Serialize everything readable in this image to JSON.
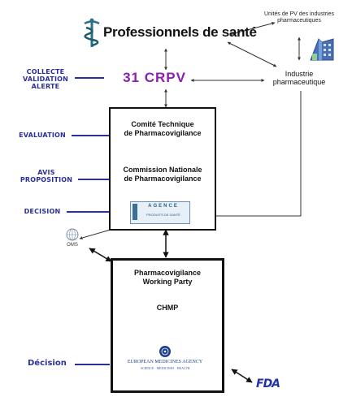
{
  "nodes": {
    "professionnels": "Professionnels de santé",
    "crpv": "31 CRPV",
    "unites_line1": "Unités de PV des industries",
    "unites_line2": "pharmaceutiques",
    "industrie_line1": "Industrie",
    "industrie_line2": "pharmaceutique",
    "comite_line1": "Comité Technique",
    "comite_line2": "de Pharmacovigilance",
    "commission_line1": "Commission Nationale",
    "commission_line2": "de Pharmacovigilance",
    "agence_line1": "AGENCE",
    "agence_line2": "PRODUITS DE SANTÉ",
    "oms": "OMS",
    "pwp_line1": "Pharmacovigilance",
    "pwp_line2": "Working Party",
    "chmp": "CHMP",
    "ema_line1": "EUROPEAN MEDICINES AGENCY",
    "ema_line2": "SCIENCE · MEDICINES · HEALTH",
    "fda": "FDA"
  },
  "side_labels": {
    "collecte_line1": "COLLECTE",
    "collecte_line2": "VALIDATION",
    "collecte_line3": "ALERTE",
    "evaluation": "EVALUATION",
    "avis_line1": "AVIS",
    "avis_line2": "PROPOSITION",
    "decision": "DECISION",
    "decision_eu": "Décision"
  },
  "colors": {
    "label_blue": "#2a2f9a",
    "crpv_purple": "#8a1fb0",
    "fda_blue": "#2233aa",
    "line_dark": "#111111"
  },
  "icons": {
    "caduceus": "caduceus-icon",
    "building": "industry-building-icon",
    "oms": "who-emblem-icon",
    "agence": "agence-logo-icon",
    "ema": "ema-logo-icon",
    "fda": "fda-logo-icon"
  }
}
